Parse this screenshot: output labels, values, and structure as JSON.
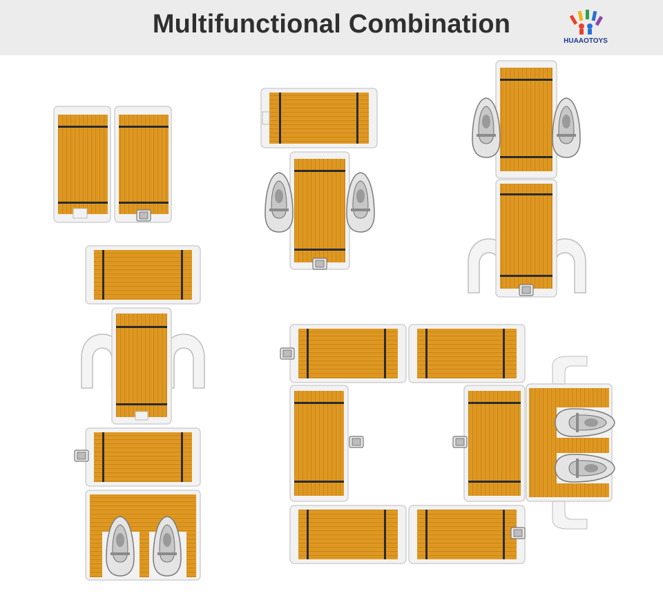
{
  "header": {
    "title": "Multifunctional Combination",
    "logo_text": "HUAAOTOYS",
    "background": "#ececec"
  },
  "colors": {
    "deck": "#e19a22",
    "deck_stripe": "#c9841a",
    "frame": "#f2f2f2",
    "frame_border": "#cfcfcf",
    "divider": "#2b2b2b",
    "jetski": "#dcdcdc",
    "logo_accent": "#e8412c"
  },
  "icons": [
    "ski-cleat-icon",
    "jetski-icon",
    "u-bracket-icon",
    "brand-logo-icon"
  ],
  "configurations": [
    {
      "name": "two-section-dock",
      "sections": 2,
      "jetskis": 0
    },
    {
      "name": "two-section-jetski-dock",
      "sections": 2,
      "jetskis": 2
    },
    {
      "name": "long-jetski-dock",
      "sections": 2,
      "jetskis": 2
    },
    {
      "name": "four-section-dock",
      "sections": 4,
      "jetskis": 2
    },
    {
      "name": "rectangular-marina-dock",
      "sections": 7,
      "jetskis": 2
    }
  ]
}
